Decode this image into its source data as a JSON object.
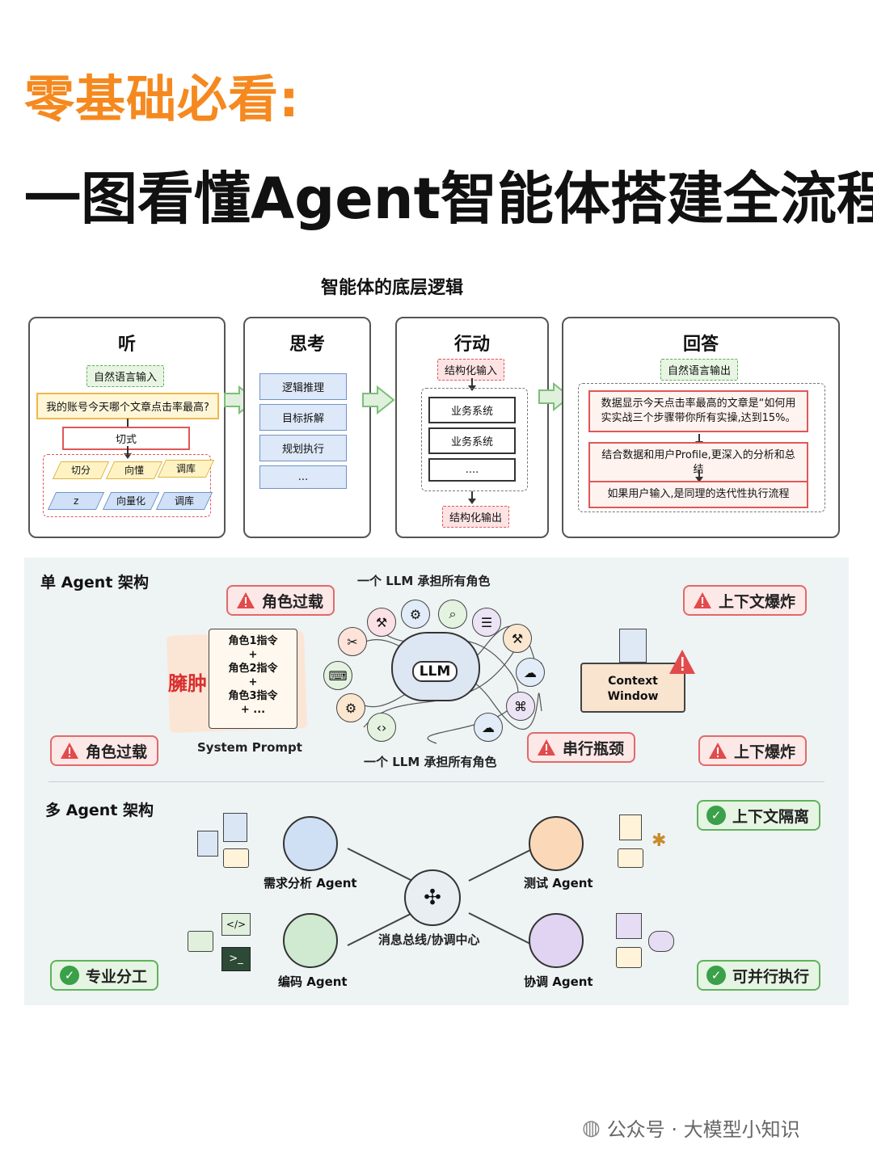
{
  "header": {
    "title_line1": "零基础必看:",
    "title_line2": "一图看懂Agent智能体搭建全流程"
  },
  "section1": {
    "title": "智能体的底层逻辑",
    "listen": {
      "title": "听",
      "input_tag": "自然语言输入",
      "question": "我的账号今天哪个文章点击率最高?",
      "cut": "切式",
      "row1": [
        "切分",
        "向懂",
        "调库"
      ],
      "row2": [
        "z",
        "向量化",
        "调库"
      ]
    },
    "think": {
      "title": "思考",
      "steps": [
        "逻辑推理",
        "目标拆解",
        "规划执行",
        "..."
      ]
    },
    "act": {
      "title": "行动",
      "input_tag": "结构化输入",
      "systems": [
        "业务系统",
        "业务系统",
        "...."
      ],
      "output_tag": "结构化输出"
    },
    "answer": {
      "title": "回答",
      "output_tag": "自然语言输出",
      "answers": [
        "数据显示今天点击率最高的文章是“如何用实实战三个步骤带你所有实操,达到15%。",
        "结合数据和用户Profile,更深入的分析和总结",
        "如果用户输入,是同理的迭代性执行流程"
      ]
    }
  },
  "section2": {
    "single": {
      "label": "单 Agent 架构",
      "llm_caption_top": "一个 LLM 承担所有角色",
      "llm_caption_bottom": "一个 LLM 承担所有角色",
      "llm_text": "LLM",
      "bloat": "臃肿",
      "prompt_lines": [
        "角色1指令",
        "+",
        "角色2指令",
        "+",
        "角色3指令",
        "+ ..."
      ],
      "prompt_caption": "System Prompt",
      "context_text": [
        "Context",
        "Window"
      ],
      "warnings": {
        "role_overload_top": "角色过载",
        "context_explosion_top": "上下文爆炸",
        "role_overload_bottom": "角色过载",
        "serial_bottleneck": "串行瓶颈",
        "explosion_bottom": "上下爆炸"
      }
    },
    "multi": {
      "label": "多 Agent 架构",
      "agents": {
        "analysis": "需求分析 Agent",
        "test": "测试 Agent",
        "code": "编码 Agent",
        "coord": "协调 Agent"
      },
      "bus": "消息总线/协调中心",
      "benefits": {
        "context_isolation": "上下文隔离",
        "specialization": "专业分工",
        "parallel": "可并行执行"
      }
    }
  },
  "footer": {
    "text": "公众号 · 大模型小知识"
  },
  "colors": {
    "title_accent": "#f5891f",
    "warn": "#e06a6a",
    "ok": "#5fb35a"
  }
}
